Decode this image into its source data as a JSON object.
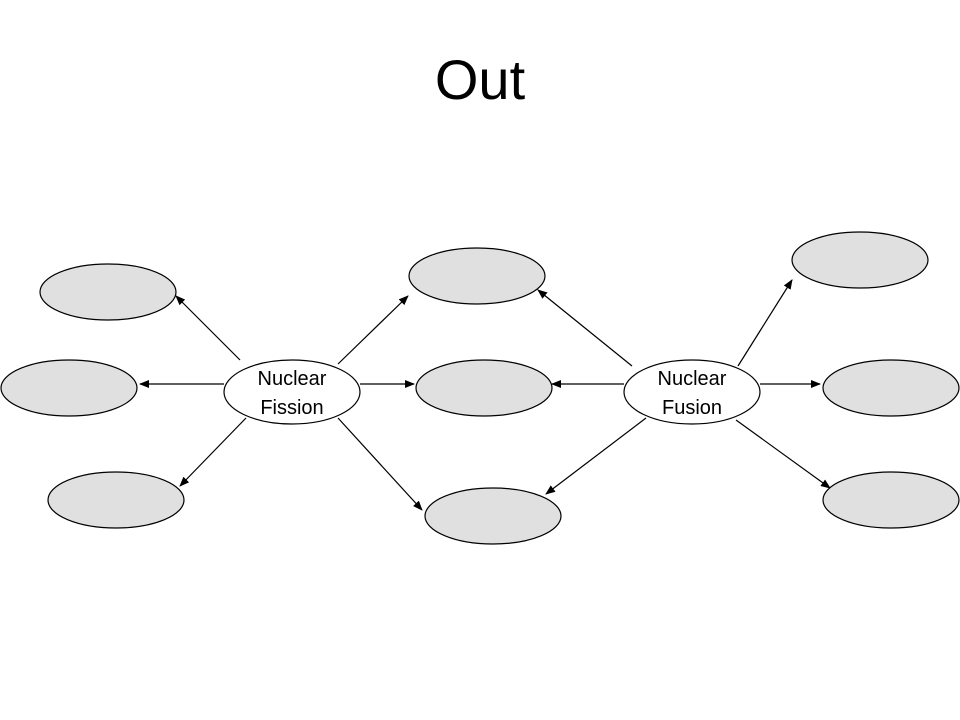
{
  "slide": {
    "title": "Out"
  },
  "diagram": {
    "center_nodes": [
      {
        "id": "fission",
        "lines": [
          "Nuclear",
          "Fission"
        ],
        "fill": "#ffffff"
      },
      {
        "id": "fusion",
        "lines": [
          "Nuclear",
          "Fusion"
        ],
        "fill": "#ffffff"
      }
    ],
    "blank_node_fill": "#e0e0e0",
    "stroke_color": "#000000"
  }
}
